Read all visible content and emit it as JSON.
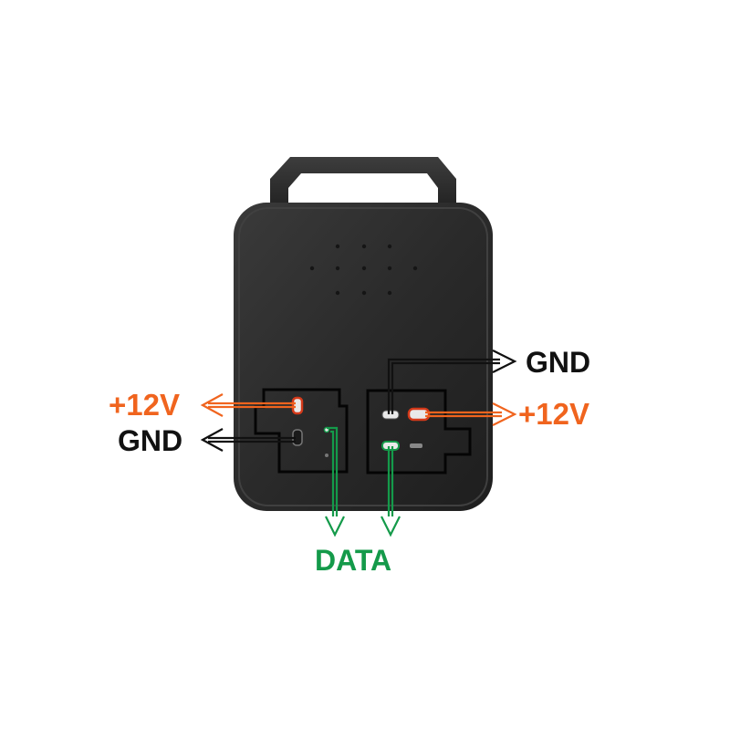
{
  "labels": {
    "left_power": "+12V",
    "left_ground": "GND",
    "right_ground": "GND",
    "right_power": "+12V",
    "data": "DATA"
  },
  "colors": {
    "power": "#f0641e",
    "ground": "#111111",
    "data": "#149a4a",
    "housing": "#2b2b2b"
  }
}
